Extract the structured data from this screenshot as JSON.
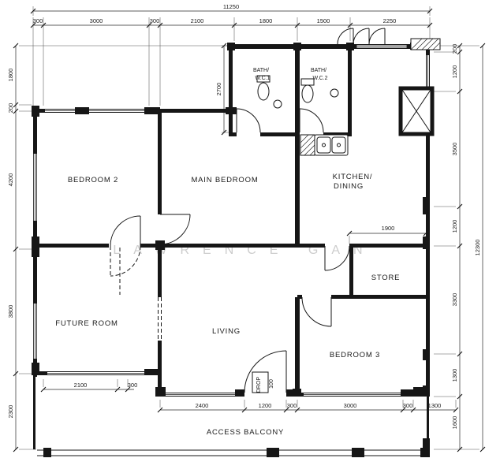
{
  "plan": {
    "watermark": "LAWRENCE GAN",
    "rooms": {
      "bedroom2": "BEDROOM 2",
      "main_bedroom": "MAIN BEDROOM",
      "kitchen1": "KITCHEN/",
      "kitchen2": "DINING",
      "bath1a": "BATH/",
      "bath1b": "W.C.1",
      "bath2a": "BATH/",
      "bath2b": "W.C.2",
      "store": "STORE",
      "future": "FUTURE ROOM",
      "living": "LIVING",
      "bedroom3": "BEDROOM 3",
      "balcony": "ACCESS BALCONY",
      "drop": "DROP"
    },
    "dims": {
      "overall_w": "11250",
      "overall_h": "12300",
      "top": [
        "300",
        "3000",
        "300",
        "2100",
        "1800",
        "1500",
        "2250"
      ],
      "left": [
        "1800",
        "200",
        "4200",
        "3800",
        "2300"
      ],
      "right": [
        "200",
        "1200",
        "3500",
        "1200",
        "3300",
        "1300",
        "1600"
      ],
      "bottom": [
        "2400",
        "1200",
        "300",
        "3000",
        "300",
        "1300"
      ],
      "sub": [
        "2100",
        "300"
      ],
      "bath_h": "2700",
      "store_w": "1900",
      "drop_d": "100"
    }
  }
}
